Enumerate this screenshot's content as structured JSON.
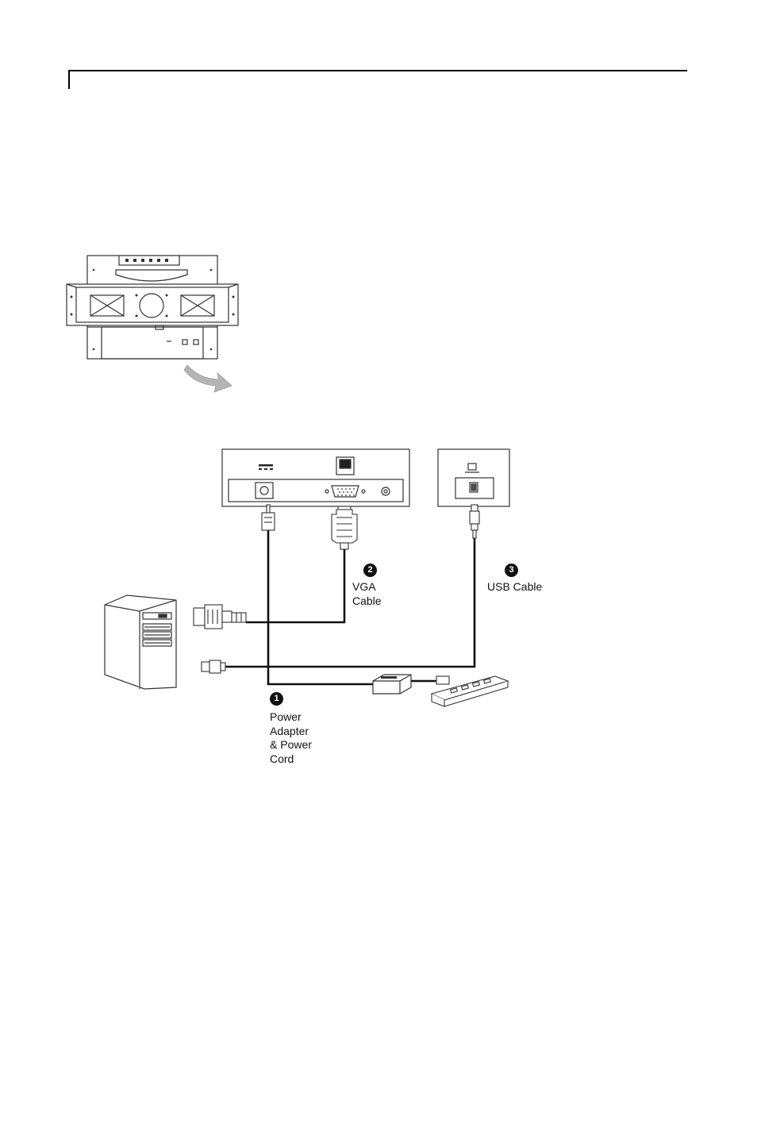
{
  "callouts": [
    {
      "number": "1",
      "text": "Power\nAdapter\n& Power\nCord"
    },
    {
      "number": "2",
      "text": "VGA\nCable"
    },
    {
      "number": "3",
      "text": "USB Cable"
    }
  ],
  "colors": {
    "line": "#111111",
    "panel_stroke": "#333333",
    "arrow": "#b5b5b5"
  },
  "icons": [
    "monitor-rear-view",
    "curved-arrow",
    "connector-panel",
    "usb-port-panel",
    "pc-tower",
    "power-adapter",
    "power-strip"
  ]
}
